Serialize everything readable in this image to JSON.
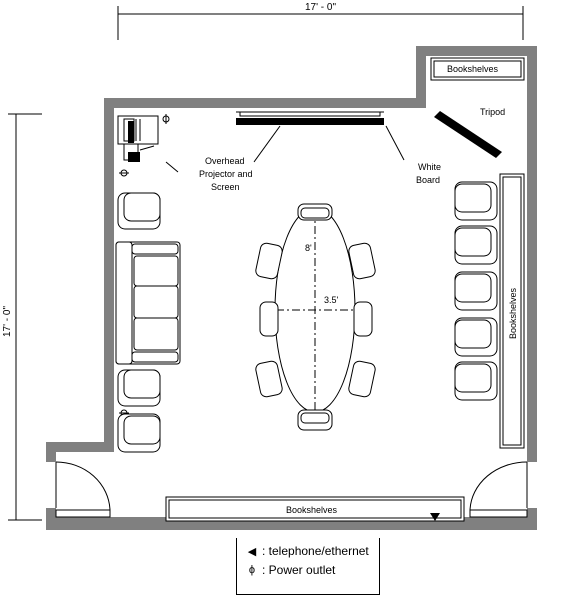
{
  "dimensions": {
    "width_label": "17' - 0\"",
    "height_label": "17' - 0\""
  },
  "labels": {
    "bookshelves_top": "Bookshelves",
    "bookshelves_right": "Bookshelves",
    "bookshelves_bottom": "Bookshelves",
    "tripod": "Tripod",
    "projector_line1": "Overhead",
    "projector_line2": "Projector and",
    "projector_line3": "Screen",
    "whiteboard_line1": "White",
    "whiteboard_line2": "Board",
    "table_length": "8'",
    "table_width": "3.5'"
  },
  "legend": {
    "telephone": ": telephone/ethernet",
    "power": ": Power outlet"
  }
}
